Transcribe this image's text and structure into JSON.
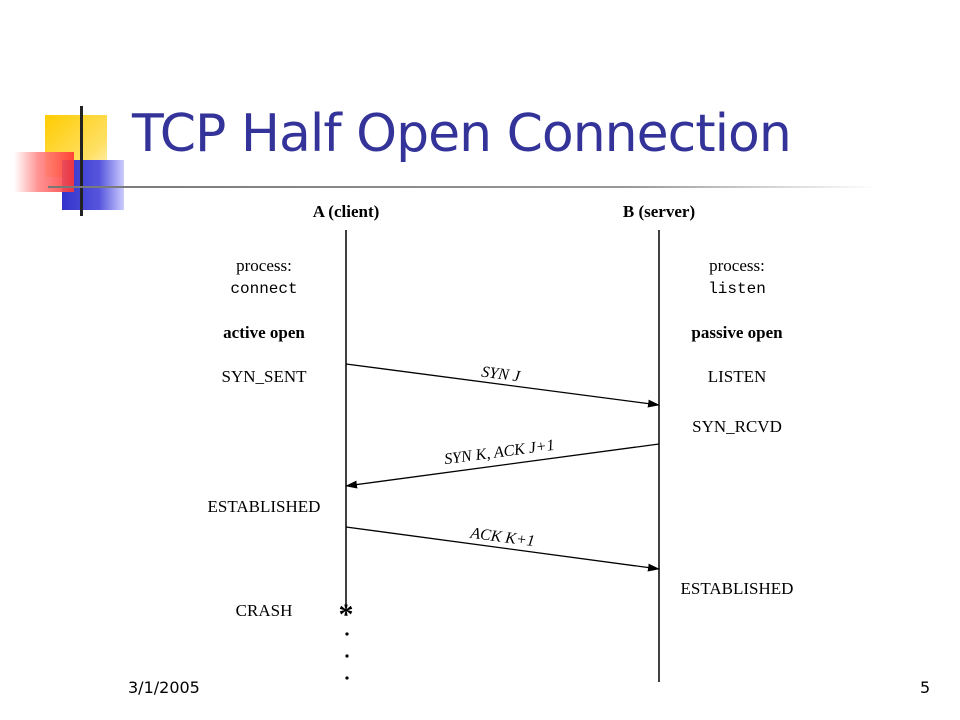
{
  "slide": {
    "title": "TCP Half Open Connection",
    "footer_date": "3/1/2005",
    "page_number": "5"
  },
  "diagram": {
    "client_header": "A (client)",
    "server_header": "B (server)",
    "client_process_label": "process:",
    "client_process_call": "connect",
    "server_process_label": "process:",
    "server_process_call": "listen",
    "client_open": "active open",
    "server_open": "passive open",
    "client_state_1": "SYN_SENT",
    "server_state_1": "LISTEN",
    "server_state_2": "SYN_RCVD",
    "client_state_2": "ESTABLISHED",
    "server_state_3": "ESTABLISHED",
    "client_crash": "CRASH",
    "crash_marker": "*",
    "msg_1": "SYN J",
    "msg_2": "SYN K, ACK J+1",
    "msg_3": "ACK K+1"
  },
  "colors": {
    "title": "#333399",
    "deco_yellow": "#ffcc00",
    "deco_blue": "#3333cc",
    "deco_red": "#ff3333"
  }
}
